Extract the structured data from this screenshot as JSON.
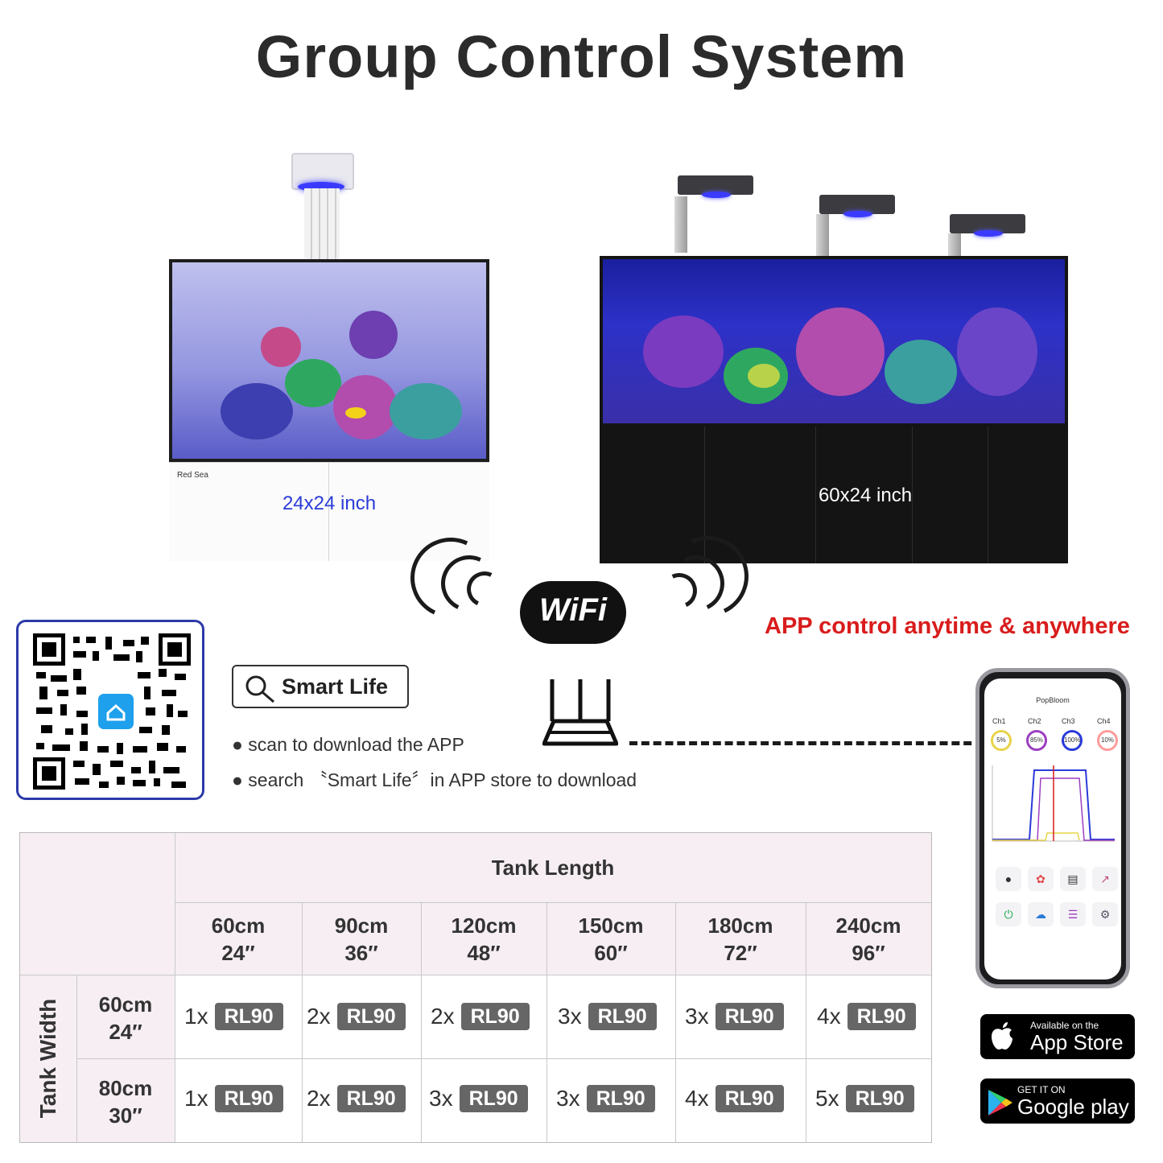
{
  "title": "Group Control System",
  "tanks": {
    "left_size": "24x24 inch",
    "left_brand": "Red Sea",
    "right_size": "60x24 inch"
  },
  "wifi_label": "WiFi",
  "app_tagline": "APP control anytime & anywhere",
  "search": {
    "label": "Smart Life"
  },
  "instructions": [
    "● scan to download the APP",
    "● search 〝Smart Life〞in APP store to download"
  ],
  "phone": {
    "app_title": "PopBloom",
    "channels": [
      {
        "label": "Ch1",
        "value": "5%",
        "color": "#e8d34a"
      },
      {
        "label": "Ch2",
        "value": "85%",
        "color": "#9b3fc0"
      },
      {
        "label": "Ch3",
        "value": "100%",
        "color": "#2a3bd8"
      },
      {
        "label": "Ch4",
        "value": "10%",
        "color": "#ff9c9c"
      }
    ]
  },
  "stores": {
    "apple_small": "Available on the",
    "apple_big": "App Store",
    "google_small": "GET IT ON",
    "google_big": "Google play"
  },
  "table": {
    "col_group_header": "Tank Length",
    "row_group_header": "Tank Width",
    "columns": [
      {
        "cm": "60cm",
        "in": "24″"
      },
      {
        "cm": "90cm",
        "in": "36″"
      },
      {
        "cm": "120cm",
        "in": "48″"
      },
      {
        "cm": "150cm",
        "in": "60″"
      },
      {
        "cm": "180cm",
        "in": "72″"
      },
      {
        "cm": "240cm",
        "in": "96″"
      }
    ],
    "rows": [
      {
        "cm": "60cm",
        "in": "24″",
        "cells": [
          {
            "qty": "1x",
            "model": "RL90"
          },
          {
            "qty": "2x",
            "model": "RL90"
          },
          {
            "qty": "2x",
            "model": "RL90"
          },
          {
            "qty": "3x",
            "model": "RL90"
          },
          {
            "qty": "3x",
            "model": "RL90"
          },
          {
            "qty": "4x",
            "model": "RL90"
          }
        ]
      },
      {
        "cm": "80cm",
        "in": "30″",
        "cells": [
          {
            "qty": "1x",
            "model": "RL90"
          },
          {
            "qty": "2x",
            "model": "RL90"
          },
          {
            "qty": "3x",
            "model": "RL90"
          },
          {
            "qty": "3x",
            "model": "RL90"
          },
          {
            "qty": "4x",
            "model": "RL90"
          },
          {
            "qty": "5x",
            "model": "RL90"
          }
        ]
      }
    ]
  }
}
